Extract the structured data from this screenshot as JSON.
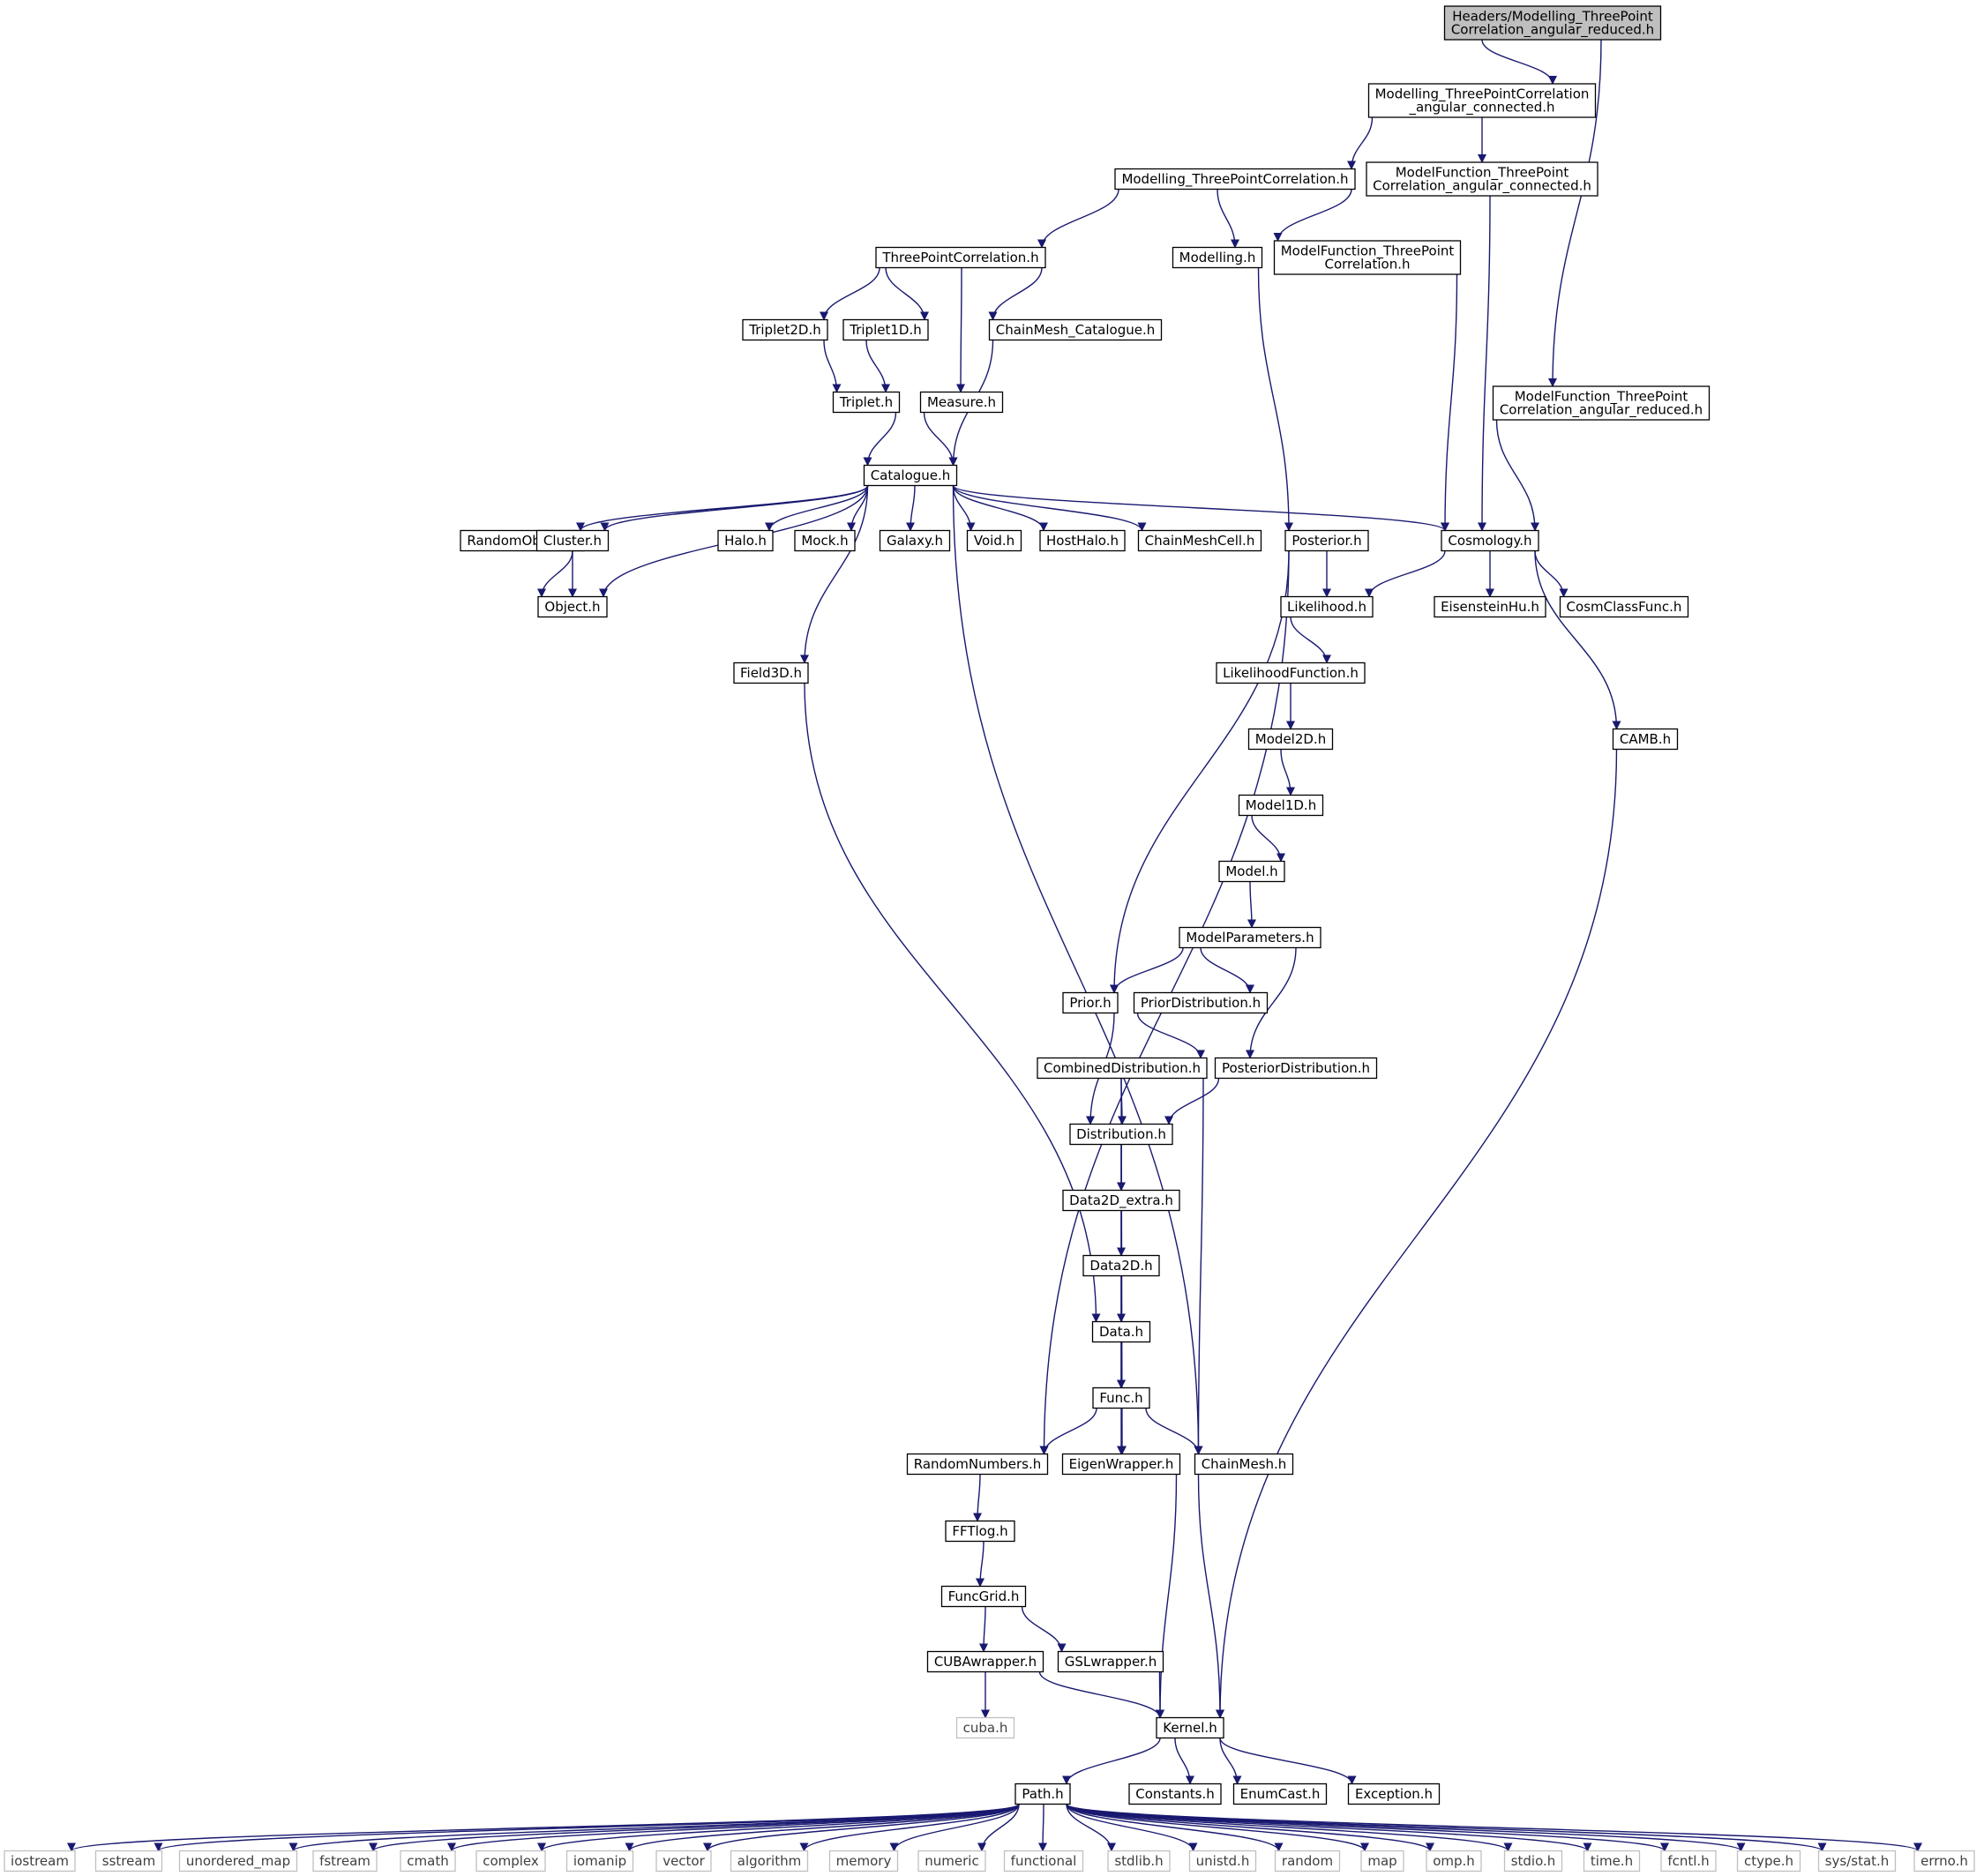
{
  "diagram": {
    "colors": {
      "edge": "#191970",
      "node_border": "#000000",
      "external_border": "#bfbfbf",
      "root_fill": "#bfbfbf",
      "node_fill": "#ffffff"
    },
    "nodes": [
      {
        "id": "root",
        "lines": [
          "Headers/Modelling_ThreePoint",
          "Correlation_angular_reduced.h"
        ],
        "kind": "root"
      },
      {
        "id": "m3pc_ang_conn",
        "lines": [
          "Modelling_ThreePointCorrelation",
          "_angular_connected.h"
        ],
        "kind": "normal"
      },
      {
        "id": "m3pc",
        "lines": [
          "Modelling_ThreePointCorrelation.h"
        ],
        "kind": "normal"
      },
      {
        "id": "mf3p_ang_conn",
        "lines": [
          "ModelFunction_ThreePoint",
          "Correlation_angular_connected.h"
        ],
        "kind": "normal"
      },
      {
        "id": "tpc",
        "lines": [
          "ThreePointCorrelation.h"
        ],
        "kind": "normal"
      },
      {
        "id": "modelling",
        "lines": [
          "Modelling.h"
        ],
        "kind": "normal"
      },
      {
        "id": "mf3p",
        "lines": [
          "ModelFunction_ThreePoint",
          "Correlation.h"
        ],
        "kind": "normal"
      },
      {
        "id": "triplet2d",
        "lines": [
          "Triplet2D.h"
        ],
        "kind": "normal"
      },
      {
        "id": "triplet1d",
        "lines": [
          "Triplet1D.h"
        ],
        "kind": "normal"
      },
      {
        "id": "cm_cat",
        "lines": [
          "ChainMesh_Catalogue.h"
        ],
        "kind": "normal"
      },
      {
        "id": "mf3p_ang_red",
        "lines": [
          "ModelFunction_ThreePoint",
          "Correlation_angular_reduced.h"
        ],
        "kind": "normal"
      },
      {
        "id": "triplet",
        "lines": [
          "Triplet.h"
        ],
        "kind": "normal"
      },
      {
        "id": "measure",
        "lines": [
          "Measure.h"
        ],
        "kind": "normal"
      },
      {
        "id": "catalogue",
        "lines": [
          "Catalogue.h"
        ],
        "kind": "normal"
      },
      {
        "id": "randomobject",
        "lines": [
          "RandomObject.h"
        ],
        "kind": "normal"
      },
      {
        "id": "cluster",
        "lines": [
          "Cluster.h"
        ],
        "kind": "normal"
      },
      {
        "id": "halo",
        "lines": [
          "Halo.h"
        ],
        "kind": "normal"
      },
      {
        "id": "mock",
        "lines": [
          "Mock.h"
        ],
        "kind": "normal"
      },
      {
        "id": "galaxy",
        "lines": [
          "Galaxy.h"
        ],
        "kind": "normal"
      },
      {
        "id": "void",
        "lines": [
          "Void.h"
        ],
        "kind": "normal"
      },
      {
        "id": "hosthalo",
        "lines": [
          "HostHalo.h"
        ],
        "kind": "normal"
      },
      {
        "id": "chainmeshcell",
        "lines": [
          "ChainMeshCell.h"
        ],
        "kind": "normal"
      },
      {
        "id": "posterior",
        "lines": [
          "Posterior.h"
        ],
        "kind": "normal"
      },
      {
        "id": "cosmology",
        "lines": [
          "Cosmology.h"
        ],
        "kind": "normal"
      },
      {
        "id": "object",
        "lines": [
          "Object.h"
        ],
        "kind": "normal"
      },
      {
        "id": "likelihood",
        "lines": [
          "Likelihood.h"
        ],
        "kind": "normal"
      },
      {
        "id": "eisensteinhu",
        "lines": [
          "EisensteinHu.h"
        ],
        "kind": "normal"
      },
      {
        "id": "cosmclassfunc",
        "lines": [
          "CosmClassFunc.h"
        ],
        "kind": "normal"
      },
      {
        "id": "field3d",
        "lines": [
          "Field3D.h"
        ],
        "kind": "normal"
      },
      {
        "id": "likelihoodfunction",
        "lines": [
          "LikelihoodFunction.h"
        ],
        "kind": "normal"
      },
      {
        "id": "model2d",
        "lines": [
          "Model2D.h"
        ],
        "kind": "normal"
      },
      {
        "id": "camb",
        "lines": [
          "CAMB.h"
        ],
        "kind": "normal"
      },
      {
        "id": "model1d",
        "lines": [
          "Model1D.h"
        ],
        "kind": "normal"
      },
      {
        "id": "model",
        "lines": [
          "Model.h"
        ],
        "kind": "normal"
      },
      {
        "id": "modelparameters",
        "lines": [
          "ModelParameters.h"
        ],
        "kind": "normal"
      },
      {
        "id": "prior",
        "lines": [
          "Prior.h"
        ],
        "kind": "normal"
      },
      {
        "id": "priordistribution",
        "lines": [
          "PriorDistribution.h"
        ],
        "kind": "normal"
      },
      {
        "id": "combineddistribution",
        "lines": [
          "CombinedDistribution.h"
        ],
        "kind": "normal"
      },
      {
        "id": "posteriordistribution",
        "lines": [
          "PosteriorDistribution.h"
        ],
        "kind": "normal"
      },
      {
        "id": "distribution",
        "lines": [
          "Distribution.h"
        ],
        "kind": "normal"
      },
      {
        "id": "data2d_extra",
        "lines": [
          "Data2D_extra.h"
        ],
        "kind": "normal"
      },
      {
        "id": "data2d",
        "lines": [
          "Data2D.h"
        ],
        "kind": "normal"
      },
      {
        "id": "data",
        "lines": [
          "Data.h"
        ],
        "kind": "normal"
      },
      {
        "id": "func",
        "lines": [
          "Func.h"
        ],
        "kind": "normal"
      },
      {
        "id": "randomnumbers",
        "lines": [
          "RandomNumbers.h"
        ],
        "kind": "normal"
      },
      {
        "id": "eigenwrapper",
        "lines": [
          "EigenWrapper.h"
        ],
        "kind": "normal"
      },
      {
        "id": "chainmesh",
        "lines": [
          "ChainMesh.h"
        ],
        "kind": "normal"
      },
      {
        "id": "fftlog",
        "lines": [
          "FFTlog.h"
        ],
        "kind": "normal"
      },
      {
        "id": "funcgrid",
        "lines": [
          "FuncGrid.h"
        ],
        "kind": "normal"
      },
      {
        "id": "cubawrapper",
        "lines": [
          "CUBAwrapper.h"
        ],
        "kind": "normal"
      },
      {
        "id": "gslwrapper",
        "lines": [
          "GSLwrapper.h"
        ],
        "kind": "normal"
      },
      {
        "id": "cuba",
        "lines": [
          "cuba.h"
        ],
        "kind": "external"
      },
      {
        "id": "kernel",
        "lines": [
          "Kernel.h"
        ],
        "kind": "normal"
      },
      {
        "id": "path",
        "lines": [
          "Path.h"
        ],
        "kind": "normal"
      },
      {
        "id": "constants",
        "lines": [
          "Constants.h"
        ],
        "kind": "normal"
      },
      {
        "id": "enumcast",
        "lines": [
          "EnumCast.h"
        ],
        "kind": "normal"
      },
      {
        "id": "exception",
        "lines": [
          "Exception.h"
        ],
        "kind": "normal"
      },
      {
        "id": "iostream",
        "lines": [
          "iostream"
        ],
        "kind": "external"
      },
      {
        "id": "sstream",
        "lines": [
          "sstream"
        ],
        "kind": "external"
      },
      {
        "id": "unordered_map",
        "lines": [
          "unordered_map"
        ],
        "kind": "external"
      },
      {
        "id": "fstream",
        "lines": [
          "fstream"
        ],
        "kind": "external"
      },
      {
        "id": "cmath",
        "lines": [
          "cmath"
        ],
        "kind": "external"
      },
      {
        "id": "complex",
        "lines": [
          "complex"
        ],
        "kind": "external"
      },
      {
        "id": "iomanip",
        "lines": [
          "iomanip"
        ],
        "kind": "external"
      },
      {
        "id": "vector",
        "lines": [
          "vector"
        ],
        "kind": "external"
      },
      {
        "id": "algorithm",
        "lines": [
          "algorithm"
        ],
        "kind": "external"
      },
      {
        "id": "memory",
        "lines": [
          "memory"
        ],
        "kind": "external"
      },
      {
        "id": "numeric",
        "lines": [
          "numeric"
        ],
        "kind": "external"
      },
      {
        "id": "functional",
        "lines": [
          "functional"
        ],
        "kind": "external"
      },
      {
        "id": "stdlib",
        "lines": [
          "stdlib.h"
        ],
        "kind": "external"
      },
      {
        "id": "unistd",
        "lines": [
          "unistd.h"
        ],
        "kind": "external"
      },
      {
        "id": "random",
        "lines": [
          "random"
        ],
        "kind": "external"
      },
      {
        "id": "map",
        "lines": [
          "map"
        ],
        "kind": "external"
      },
      {
        "id": "omp",
        "lines": [
          "omp.h"
        ],
        "kind": "external"
      },
      {
        "id": "stdio",
        "lines": [
          "stdio.h"
        ],
        "kind": "external"
      },
      {
        "id": "time",
        "lines": [
          "time.h"
        ],
        "kind": "external"
      },
      {
        "id": "fcntl",
        "lines": [
          "fcntl.h"
        ],
        "kind": "external"
      },
      {
        "id": "ctype",
        "lines": [
          "ctype.h"
        ],
        "kind": "external"
      },
      {
        "id": "sysstat",
        "lines": [
          "sys/stat.h"
        ],
        "kind": "external"
      },
      {
        "id": "errno",
        "lines": [
          "errno.h"
        ],
        "kind": "external"
      }
    ],
    "edges": [
      [
        "root",
        "m3pc_ang_conn"
      ],
      [
        "root",
        "mf3p_ang_red"
      ],
      [
        "m3pc_ang_conn",
        "m3pc"
      ],
      [
        "m3pc_ang_conn",
        "mf3p_ang_conn"
      ],
      [
        "m3pc",
        "tpc"
      ],
      [
        "m3pc",
        "modelling"
      ],
      [
        "m3pc",
        "mf3p"
      ],
      [
        "mf3p_ang_conn",
        "cosmology"
      ],
      [
        "mf3p",
        "cosmology"
      ],
      [
        "mf3p_ang_red",
        "cosmology"
      ],
      [
        "tpc",
        "triplet2d"
      ],
      [
        "tpc",
        "triplet1d"
      ],
      [
        "tpc",
        "measure"
      ],
      [
        "tpc",
        "cm_cat"
      ],
      [
        "triplet2d",
        "triplet"
      ],
      [
        "triplet1d",
        "triplet"
      ],
      [
        "triplet",
        "catalogue"
      ],
      [
        "measure",
        "catalogue"
      ],
      [
        "cm_cat",
        "catalogue"
      ],
      [
        "modelling",
        "posterior"
      ],
      [
        "catalogue",
        "randomobject"
      ],
      [
        "catalogue",
        "cluster"
      ],
      [
        "catalogue",
        "object"
      ],
      [
        "catalogue",
        "halo"
      ],
      [
        "catalogue",
        "mock"
      ],
      [
        "catalogue",
        "galaxy"
      ],
      [
        "catalogue",
        "void"
      ],
      [
        "catalogue",
        "hosthalo"
      ],
      [
        "catalogue",
        "chainmeshcell"
      ],
      [
        "catalogue",
        "cosmology"
      ],
      [
        "catalogue",
        "field3d"
      ],
      [
        "catalogue",
        "chainmesh"
      ],
      [
        "randomobject",
        "object"
      ],
      [
        "cluster",
        "object"
      ],
      [
        "posterior",
        "likelihood"
      ],
      [
        "posterior",
        "randomnumbers"
      ],
      [
        "posterior",
        "prior"
      ],
      [
        "cosmology",
        "likelihood"
      ],
      [
        "cosmology",
        "eisensteinhu"
      ],
      [
        "cosmology",
        "cosmclassfunc"
      ],
      [
        "cosmology",
        "camb"
      ],
      [
        "likelihood",
        "likelihoodfunction"
      ],
      [
        "likelihoodfunction",
        "model2d"
      ],
      [
        "model2d",
        "model1d"
      ],
      [
        "model1d",
        "model"
      ],
      [
        "model",
        "modelparameters"
      ],
      [
        "modelparameters",
        "prior"
      ],
      [
        "modelparameters",
        "priordistribution"
      ],
      [
        "modelparameters",
        "posteriordistribution"
      ],
      [
        "priordistribution",
        "combineddistribution"
      ],
      [
        "prior",
        "distribution"
      ],
      [
        "combineddistribution",
        "distribution"
      ],
      [
        "combineddistribution",
        "eigenwrapper"
      ],
      [
        "combineddistribution",
        "chainmesh"
      ],
      [
        "posteriordistribution",
        "distribution"
      ],
      [
        "distribution",
        "data2d_extra"
      ],
      [
        "distribution",
        "func"
      ],
      [
        "data2d_extra",
        "data2d"
      ],
      [
        "data2d",
        "data"
      ],
      [
        "field3d",
        "data"
      ],
      [
        "data",
        "func"
      ],
      [
        "func",
        "randomnumbers"
      ],
      [
        "func",
        "eigenwrapper"
      ],
      [
        "func",
        "chainmesh"
      ],
      [
        "randomnumbers",
        "fftlog"
      ],
      [
        "fftlog",
        "funcgrid"
      ],
      [
        "funcgrid",
        "cubawrapper"
      ],
      [
        "funcgrid",
        "gslwrapper"
      ],
      [
        "cubawrapper",
        "cuba"
      ],
      [
        "cubawrapper",
        "kernel"
      ],
      [
        "gslwrapper",
        "kernel"
      ],
      [
        "eigenwrapper",
        "kernel"
      ],
      [
        "chainmesh",
        "kernel"
      ],
      [
        "camb",
        "kernel"
      ],
      [
        "kernel",
        "path"
      ],
      [
        "kernel",
        "constants"
      ],
      [
        "kernel",
        "enumcast"
      ],
      [
        "kernel",
        "exception"
      ],
      [
        "path",
        "iostream"
      ],
      [
        "path",
        "sstream"
      ],
      [
        "path",
        "unordered_map"
      ],
      [
        "path",
        "fstream"
      ],
      [
        "path",
        "cmath"
      ],
      [
        "path",
        "complex"
      ],
      [
        "path",
        "iomanip"
      ],
      [
        "path",
        "vector"
      ],
      [
        "path",
        "algorithm"
      ],
      [
        "path",
        "memory"
      ],
      [
        "path",
        "numeric"
      ],
      [
        "path",
        "functional"
      ],
      [
        "path",
        "stdlib"
      ],
      [
        "path",
        "unistd"
      ],
      [
        "path",
        "random"
      ],
      [
        "path",
        "map"
      ],
      [
        "path",
        "omp"
      ],
      [
        "path",
        "stdio"
      ],
      [
        "path",
        "time"
      ],
      [
        "path",
        "fcntl"
      ],
      [
        "path",
        "ctype"
      ],
      [
        "path",
        "sysstat"
      ],
      [
        "path",
        "errno"
      ]
    ]
  }
}
